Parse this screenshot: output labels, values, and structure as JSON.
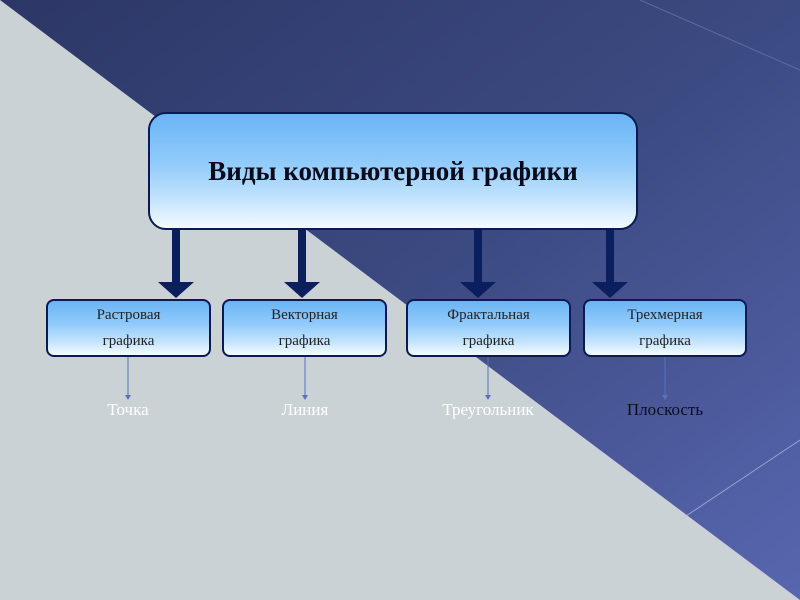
{
  "title": "Виды компьютерной графики",
  "categories": [
    {
      "line1": "Растровая",
      "line2": "графика",
      "example": "Точка"
    },
    {
      "line1": "Векторная",
      "line2": "графика",
      "example": "Линия"
    },
    {
      "line1": "Фрактальная",
      "line2": "графика",
      "example": "Треугольник"
    },
    {
      "line1": "Трехмерная",
      "line2": "графика",
      "example": "Плоскость"
    }
  ],
  "colors": {
    "background_light": "#cbd2d6",
    "background_dark": "#3a4a7c",
    "arrow": "#0b1e5e",
    "box_border": "#0a1a52"
  }
}
